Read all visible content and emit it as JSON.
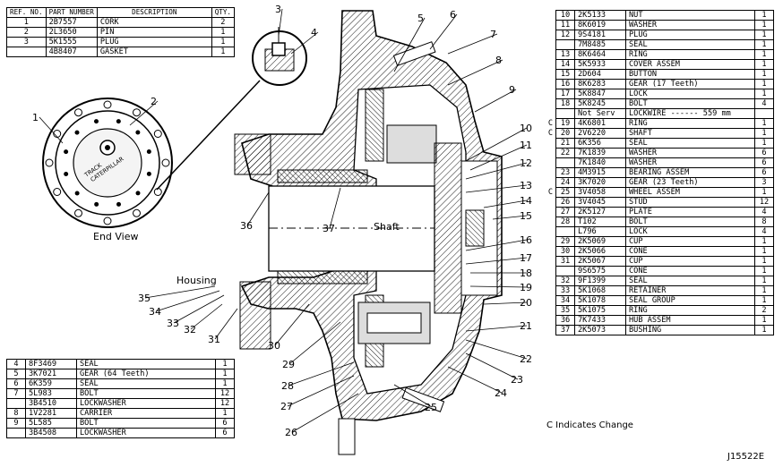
{
  "top_left_table": {
    "headers": {
      "ref": "REF. NO.",
      "part": "PART NUMBER",
      "desc": "DESCRIPTION",
      "qty": "QTY."
    },
    "rows": [
      {
        "ref": "1",
        "part": "2B7557",
        "desc": "CORK",
        "qty": "2"
      },
      {
        "ref": "2",
        "part": "2L3650",
        "desc": "PIN",
        "qty": "1"
      },
      {
        "ref": "3",
        "part": "5K1555",
        "desc": "PLUG",
        "qty": "1"
      },
      {
        "ref": "",
        "part": "4B8407",
        "desc": "GASKET",
        "qty": "1"
      }
    ]
  },
  "bottom_left_table": {
    "rows": [
      {
        "ref": "4",
        "part": "8F3469",
        "desc": "SEAL",
        "qty": "1"
      },
      {
        "ref": "5",
        "part": "3K7021",
        "desc": "GEAR (64 Teeth)",
        "qty": "1"
      },
      {
        "ref": "6",
        "part": "6K359",
        "desc": "SEAL",
        "qty": "1"
      },
      {
        "ref": "7",
        "part": "5L983",
        "desc": "BOLT",
        "qty": "12"
      },
      {
        "ref": "",
        "part": "3B4510",
        "desc": "LOCKWASHER",
        "qty": "12"
      },
      {
        "ref": "8",
        "part": "1V2281",
        "desc": "CARRIER",
        "qty": "1"
      },
      {
        "ref": "9",
        "part": "5L585",
        "desc": "BOLT",
        "qty": "6"
      },
      {
        "ref": "",
        "part": "3B4508",
        "desc": "LOCKWASHER",
        "qty": "6"
      }
    ]
  },
  "right_table": {
    "rows": [
      {
        "c": "",
        "ref": "10",
        "part": "2K5133",
        "desc": "NUT",
        "qty": "1"
      },
      {
        "c": "",
        "ref": "11",
        "part": "8K6019",
        "desc": "WASHER",
        "qty": "1"
      },
      {
        "c": "",
        "ref": "12",
        "part": "9S4181",
        "desc": "PLUG",
        "qty": "1"
      },
      {
        "c": "",
        "ref": "",
        "part": "7M8485",
        "desc": "SEAL",
        "qty": "1"
      },
      {
        "c": "",
        "ref": "13",
        "part": "8K6464",
        "desc": "RING",
        "qty": "1"
      },
      {
        "c": "",
        "ref": "14",
        "part": "5K5933",
        "desc": "COVER ASSEM",
        "qty": "1"
      },
      {
        "c": "",
        "ref": "15",
        "part": "2D604",
        "desc": "BUTTON",
        "qty": "1"
      },
      {
        "c": "",
        "ref": "16",
        "part": "8K6283",
        "desc": "GEAR (17 Teeth)",
        "qty": "1"
      },
      {
        "c": "",
        "ref": "17",
        "part": "5K8847",
        "desc": "LOCK",
        "qty": "1"
      },
      {
        "c": "",
        "ref": "18",
        "part": "5K8245",
        "desc": "BOLT",
        "qty": "4"
      },
      {
        "c": "",
        "ref": "",
        "part": "Not Serv",
        "desc": "LOCKWIRE ------ 559 mm",
        "qty": ""
      },
      {
        "c": "C",
        "ref": "19",
        "part": "4K6801",
        "desc": "RING",
        "qty": "1"
      },
      {
        "c": "C",
        "ref": "20",
        "part": "2V6220",
        "desc": "SHAFT",
        "qty": "1"
      },
      {
        "c": "",
        "ref": "21",
        "part": "6K356",
        "desc": "SEAL",
        "qty": "1"
      },
      {
        "c": "",
        "ref": "22",
        "part": "7K1839",
        "desc": "WASHER",
        "qty": "6"
      },
      {
        "c": "",
        "ref": "",
        "part": "7K1840",
        "desc": "WASHER",
        "qty": "6"
      },
      {
        "c": "",
        "ref": "23",
        "part": "4M3915",
        "desc": "BEARING ASSEM",
        "qty": "6"
      },
      {
        "c": "",
        "ref": "24",
        "part": "3K7020",
        "desc": "GEAR (23 Teeth)",
        "qty": "3"
      },
      {
        "c": "C",
        "ref": "25",
        "part": "3V4058",
        "desc": "WHEEL ASSEM",
        "qty": "1"
      },
      {
        "c": "",
        "ref": "26",
        "part": "3V4045",
        "desc": "STUD",
        "qty": "12"
      },
      {
        "c": "",
        "ref": "27",
        "part": "2K5127",
        "desc": "PLATE",
        "qty": "4"
      },
      {
        "c": "",
        "ref": "28",
        "part": "T102",
        "desc": "BOLT",
        "qty": "8"
      },
      {
        "c": "",
        "ref": "",
        "part": "L796",
        "desc": "LOCK",
        "qty": "4"
      },
      {
        "c": "",
        "ref": "29",
        "part": "2K5069",
        "desc": "CUP",
        "qty": "1"
      },
      {
        "c": "",
        "ref": "30",
        "part": "2K5066",
        "desc": "CONE",
        "qty": "1"
      },
      {
        "c": "",
        "ref": "31",
        "part": "2K5067",
        "desc": "CUP",
        "qty": "1"
      },
      {
        "c": "",
        "ref": "",
        "part": "9S6575",
        "desc": "CONE",
        "qty": "1"
      },
      {
        "c": "",
        "ref": "32",
        "part": "9F1399",
        "desc": "SEAL",
        "qty": "1"
      },
      {
        "c": "",
        "ref": "33",
        "part": "5K1068",
        "desc": "RETAINER",
        "qty": "1"
      },
      {
        "c": "",
        "ref": "34",
        "part": "5K1078",
        "desc": "SEAL GROUP",
        "qty": "1"
      },
      {
        "c": "",
        "ref": "35",
        "part": "5K1075",
        "desc": "RING",
        "qty": "2"
      },
      {
        "c": "",
        "ref": "36",
        "part": "7K7433",
        "desc": "HUB ASSEM",
        "qty": "1"
      },
      {
        "c": "",
        "ref": "37",
        "part": "2K5073",
        "desc": "BUSHING",
        "qty": "1"
      }
    ]
  },
  "diagram": {
    "end_view_label": "End View",
    "housing_label": "Housing",
    "shaft_label": "Shaft",
    "callouts": [
      "1",
      "2",
      "3",
      "4",
      "5",
      "6",
      "7",
      "8",
      "9",
      "10",
      "11",
      "12",
      "13",
      "14",
      "15",
      "16",
      "17",
      "18",
      "19",
      "20",
      "21",
      "22",
      "23",
      "24",
      "25",
      "26",
      "27",
      "28",
      "29",
      "30",
      "31",
      "32",
      "33",
      "34",
      "35",
      "36",
      "37"
    ]
  },
  "change_note": "C Indicates Change",
  "figure_id": "J15522E"
}
